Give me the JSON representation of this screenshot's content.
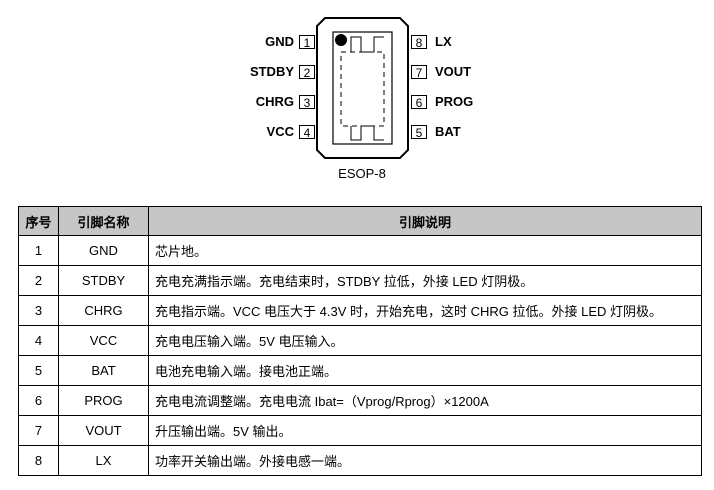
{
  "package": {
    "name": "ESOP-8",
    "left_pins": [
      {
        "num": "1",
        "name": "GND"
      },
      {
        "num": "2",
        "name": "STDBY"
      },
      {
        "num": "3",
        "name": "CHRG"
      },
      {
        "num": "4",
        "name": "VCC"
      }
    ],
    "right_pins": [
      {
        "num": "8",
        "name": "LX"
      },
      {
        "num": "7",
        "name": "VOUT"
      },
      {
        "num": "6",
        "name": "PROG"
      },
      {
        "num": "5",
        "name": "BAT"
      }
    ]
  },
  "table": {
    "headers": [
      "序号",
      "引脚名称",
      "引脚说明"
    ],
    "rows": [
      {
        "num": "1",
        "name": "GND",
        "desc": "芯片地。"
      },
      {
        "num": "2",
        "name": "STDBY",
        "desc": "充电充满指示端。充电结束时，STDBY 拉低，外接 LED 灯阴极。"
      },
      {
        "num": "3",
        "name": "CHRG",
        "desc": "充电指示端。VCC 电压大于 4.3V 时，开始充电，这时 CHRG 拉低。外接 LED 灯阴极。"
      },
      {
        "num": "4",
        "name": "VCC",
        "desc": "充电电压输入端。5V 电压输入。"
      },
      {
        "num": "5",
        "name": "BAT",
        "desc": "电池充电输入端。接电池正端。"
      },
      {
        "num": "6",
        "name": "PROG",
        "desc": "充电电流调整端。充电电流 Ibat=（Vprog/Rprog）×1200A"
      },
      {
        "num": "7",
        "name": "VOUT",
        "desc": "升压输出端。5V 输出。"
      },
      {
        "num": "8",
        "name": "LX",
        "desc": "功率开关输出端。外接电感一端。"
      }
    ]
  }
}
